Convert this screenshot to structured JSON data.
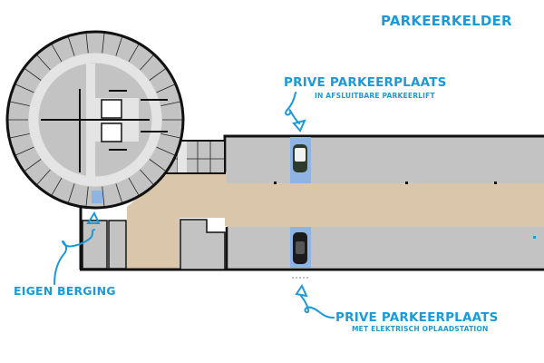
{
  "title": "PARKEERKELDER",
  "labels": {
    "lift_spot": {
      "title": "PRIVE PARKEERPLAATS",
      "subtitle": "IN AFSLUITBARE PARKEERLIFT"
    },
    "charging_spot": {
      "title": "PRIVE PARKEERPLAATS",
      "subtitle": "MET ELEKTRISCH OPLAADSTATION"
    },
    "storage": {
      "title": "EIGEN BERGING"
    }
  },
  "colors": {
    "accent": "#1b9ad6",
    "floor": "#d9c6ab",
    "room": "#c3c3c3",
    "wall": "#111111",
    "highlight": "#8fb4e3"
  }
}
